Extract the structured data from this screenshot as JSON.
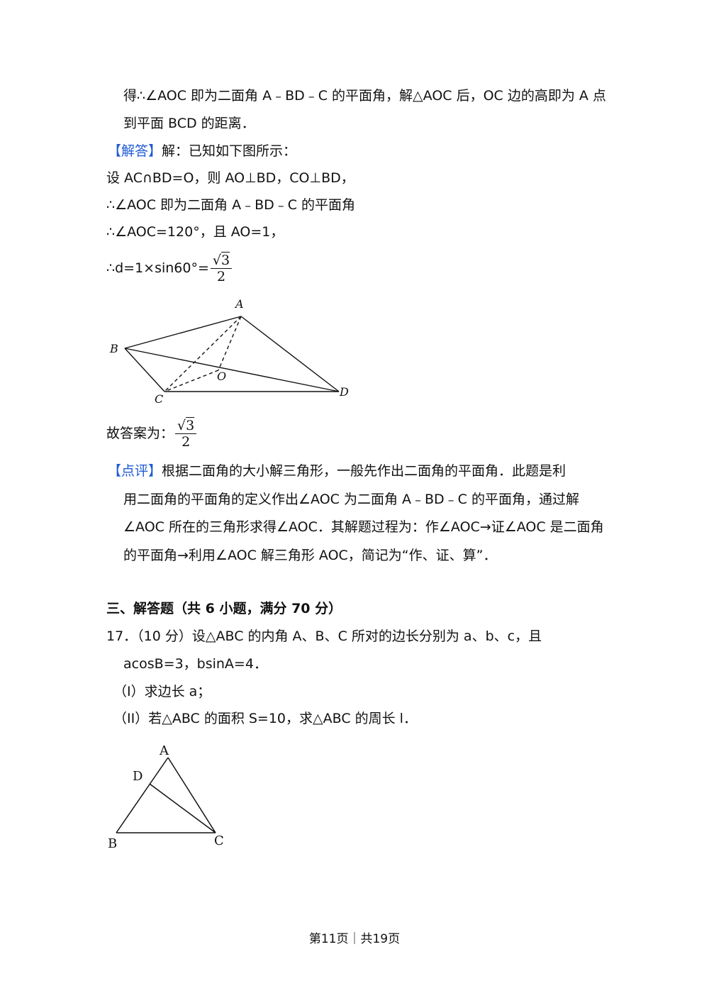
{
  "content": {
    "p1_line1": "得∴∠AOC 即为二面角 A﹣BD﹣C 的平面角，解△AOC 后，OC 边的高即为 A 点",
    "p1_line2": "到平面 BCD 的距离．",
    "answer_tag": "【解答】",
    "answer_lead": "解：已知如下图所示：",
    "step1": "设 AC∩BD=O，则 AO⊥BD，CO⊥BD，",
    "step2": "∴∠AOC 即为二面角 A﹣BD﹣C 的平面角",
    "step3": "∴∠AOC=120°，且 AO=1，",
    "step4_prefix": "∴d=1×sin60°=",
    "frac_root": "√",
    "frac_rad": "3",
    "frac_den": "2",
    "final_prefix": "故答案为：",
    "review_tag": "【点评】",
    "review_line1": "根据二面角的大小解三角形，一般先作出二面角的平面角．此题是利",
    "review_line2": "用二面角的平面角的定义作出∠AOC 为二面角 A﹣BD﹣C 的平面角，通过解",
    "review_line3": "∠AOC 所在的三角形求得∠AOC．其解题过程为：作∠AOC→证∠AOC 是二面角",
    "review_line4": "的平面角→利用∠AOC 解三角形 AOC，简记为“作、证、算”．",
    "section_title": "三、解答题（共 6 小题，满分 70 分）",
    "q17_line1": "17．（10 分）设△ABC 的内角 A、B、C 所对的边长分别为 a、b、c，且",
    "q17_line2": "acosB=3，bsinA=4．",
    "q17_part1": "（I）求边长 a；",
    "q17_part2": "（II）若△ABC 的面积 S=10，求△ABC 的周长 l．"
  },
  "figure1_labels": {
    "A": "A",
    "B": "B",
    "C": "C",
    "D": "D",
    "O": "O"
  },
  "figure2_labels": {
    "A": "A",
    "B": "B",
    "C": "C",
    "D": "D"
  },
  "footer": {
    "text": "第11页｜共19页"
  }
}
